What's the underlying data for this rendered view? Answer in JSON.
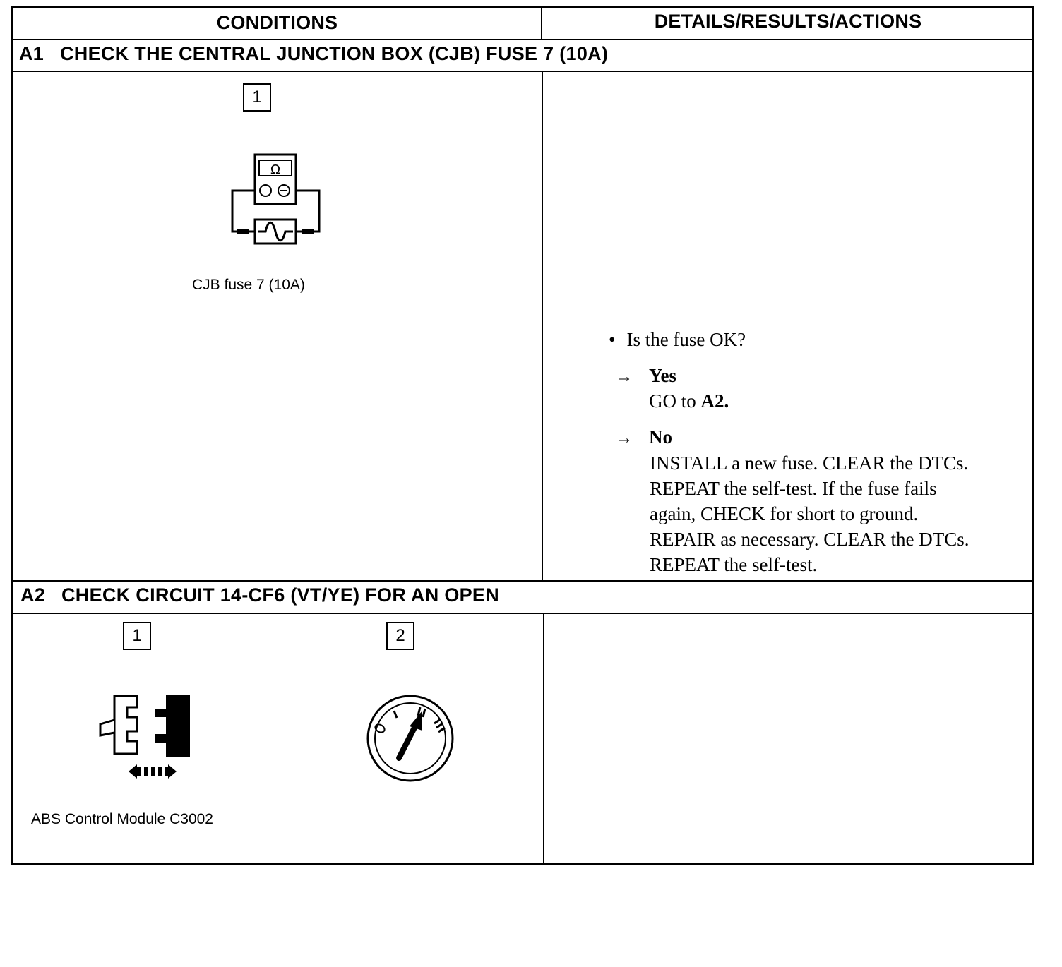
{
  "headers": {
    "conditions": "CONDITIONS",
    "details": "DETAILS/RESULTS/ACTIONS"
  },
  "steps": [
    {
      "id": "A1",
      "title": "CHECK THE CENTRAL JUNCTION BOX (CJB) FUSE 7 (10A)",
      "conditions": [
        {
          "number": "1",
          "icon": "ohmmeter-fuse-icon",
          "caption": "CJB fuse 7 (10A)"
        }
      ],
      "question": "Is the fuse OK?",
      "answers": [
        {
          "arrow": "→",
          "label": "Yes",
          "action_prefix": "GO to ",
          "action_target": "A2."
        },
        {
          "arrow": "→",
          "label": "No",
          "action_lines": [
            "INSTALL a new fuse. CLEAR the DTCs.",
            "REPEAT the self-test. If the fuse fails",
            "again, CHECK for short to ground.",
            "REPAIR as necessary. CLEAR the DTCs.",
            "REPEAT the self-test."
          ]
        }
      ]
    },
    {
      "id": "A2",
      "title": "CHECK CIRCUIT 14-CF6 (VT/YE) FOR AN OPEN",
      "conditions": [
        {
          "number": "1",
          "icon": "connector-disconnect-icon",
          "caption": "ABS Control Module C3002"
        },
        {
          "number": "2",
          "icon": "ignition-switch-icon",
          "caption": ""
        }
      ]
    }
  ],
  "glyphs": {
    "omega": "Ω",
    "bullet": "•"
  }
}
